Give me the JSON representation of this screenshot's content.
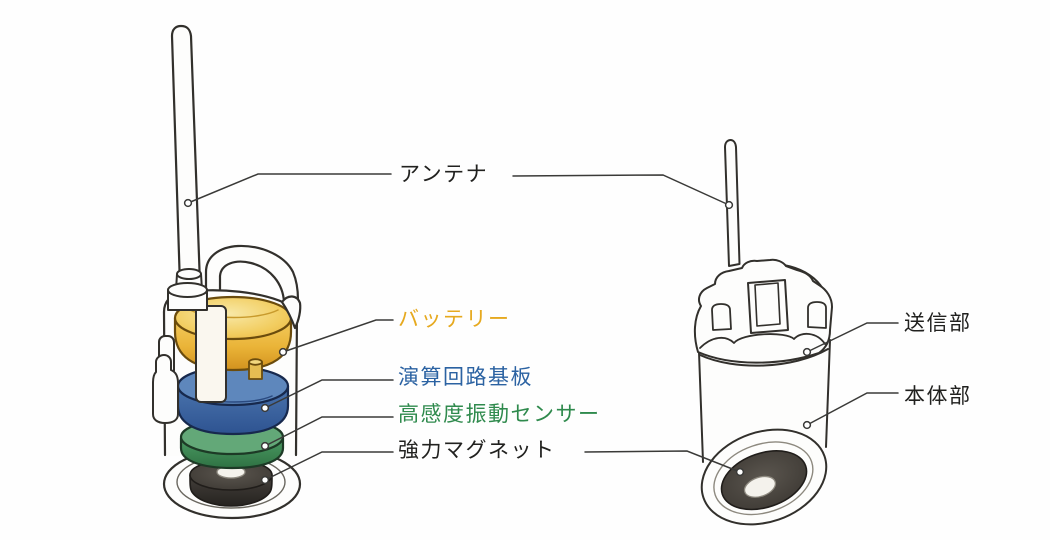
{
  "diagram": {
    "type": "product-cutaway-diagram",
    "labels": {
      "antenna": {
        "text": "アンテナ",
        "color": "#21211f"
      },
      "battery": {
        "text": "バッテリー",
        "color": "#e6a91f"
      },
      "circuit_board": {
        "text": "演算回路基板",
        "color": "#2b62a2"
      },
      "vibration_sensor": {
        "text": "高感度振動センサー",
        "color": "#2f8a4d"
      },
      "magnet": {
        "text": "強力マグネット",
        "color": "#21211f"
      },
      "transmitter": {
        "text": "送信部",
        "color": "#21211f"
      },
      "main_body": {
        "text": "本体部",
        "color": "#21211f"
      }
    },
    "part_colors": {
      "battery_fill": "#ecb93e",
      "circuit_board_fill": "#3f69a7",
      "vibration_sensor_fill": "#47925e",
      "magnet_fill": "#3a3733",
      "outline": "#32302c"
    }
  }
}
